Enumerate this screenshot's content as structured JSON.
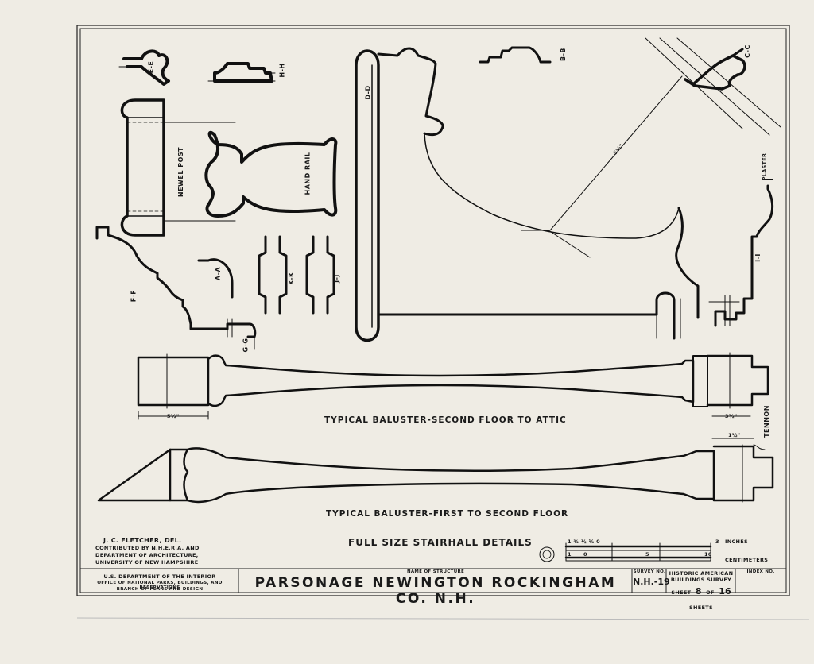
{
  "drawing": {
    "main_title": "FULL SIZE STAIRHALL DETAILS",
    "captions": {
      "baluster_upper": "TYPICAL BALUSTER-SECOND FLOOR TO ATTIC",
      "baluster_lower": "TYPICAL BALUSTER-FIRST TO SECOND FLOOR"
    },
    "section_labels": [
      "E-E",
      "H-H",
      "D-D",
      "B-B",
      "C-C",
      "NEWEL POST",
      "HAND RAIL",
      "A-A",
      "K-K",
      "J-J",
      "F-F",
      "G-G",
      "I-I",
      "PLASTER",
      "TENNON"
    ],
    "dimensions": {
      "radius": "5½\"",
      "baluster_upper_left": "5½\"",
      "baluster_upper_right": "3½\"",
      "baluster_lower_right": "1½\""
    },
    "credits": {
      "delineator": "J. C. FLETCHER, DEL.",
      "line1": "CONTRIBUTED BY N.H.E.R.A. AND",
      "line2": "DEPARTMENT OF ARCHITECTURE,",
      "line3": "UNIVERSITY OF NEW HAMPSHIRE"
    },
    "scale": {
      "inch_marks": "1 ¾ ½ ¼ 0",
      "inch_end": "3",
      "inches_label": "INCHES",
      "cm_start": "1",
      "cm_zero": "0",
      "cm_mid": "5",
      "cm_end": "10",
      "cm_label": "CENTIMETERS"
    }
  },
  "title_block": {
    "agency_line1": "U.S. DEPARTMENT OF THE INTERIOR",
    "agency_line2": "OFFICE OF NATIONAL PARKS, BUILDINGS, AND RESERVATIONS",
    "agency_line3": "BRANCH OF PLANS AND DESIGN",
    "name_label": "NAME OF STRUCTURE",
    "structure_name": "PARSONAGE  NEWINGTON  ROCKINGHAM  CO. N.H.",
    "survey_label": "SURVEY NO.",
    "survey_no": "N.H.-19",
    "habs_line1": "HISTORIC AMERICAN",
    "habs_line2": "BUILDINGS SURVEY",
    "sheet_word": "SHEET",
    "sheet_no": "8",
    "of_word": "OF",
    "sheet_total": "16",
    "sheets_word": "SHEETS",
    "index_label": "INDEX NO."
  },
  "colors": {
    "paper": "#efece4",
    "ink": "#111111"
  }
}
